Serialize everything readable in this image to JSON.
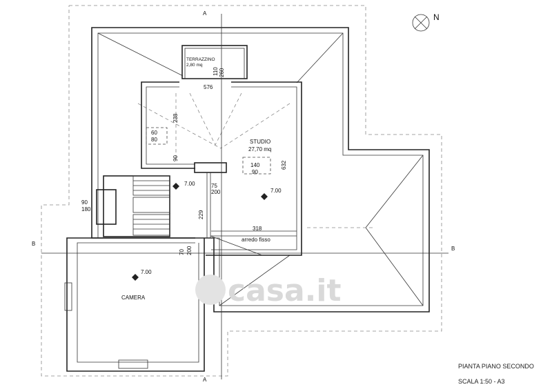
{
  "compass": {
    "label": "N",
    "icon": "north-arrow-icon"
  },
  "sections": {
    "a_top": "A",
    "a_bottom": "A",
    "b_left": "B",
    "b_right": "B"
  },
  "rooms": {
    "terrazzino_name": "TERRAZZINO",
    "terrazzino_area": "2,80 mq",
    "studio_name": "STUDIO",
    "studio_area": "27,70 mq",
    "camera_name": "CAMERA",
    "arredo": "arredo fisso"
  },
  "levels": {
    "stair": "7.00",
    "studio": "7.00",
    "camera": "7.00"
  },
  "dimensions": {
    "d576": "576",
    "d110": "110",
    "d260": "260",
    "d238": "238",
    "d90v": "90",
    "d60": "60",
    "d80": "80",
    "d140": "140",
    "d90b": "90",
    "d632": "632",
    "d75": "75",
    "d200a": "200",
    "d229": "229",
    "d318": "318",
    "d70": "70",
    "d200b": "200",
    "w90": "90",
    "w180": "180"
  },
  "title_block": {
    "title": "PIANTA PIANO SECONDO",
    "scale": "SCALA 1:50 - A3"
  },
  "watermark": {
    "text": "casa.it",
    "icon": "casa-logo-icon"
  }
}
